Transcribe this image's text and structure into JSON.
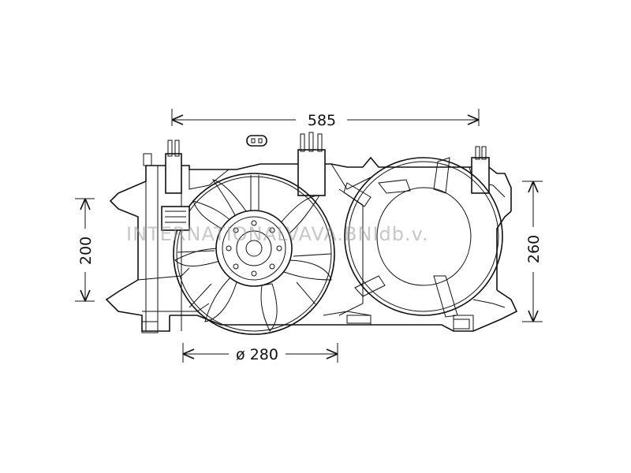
{
  "dimensions": {
    "width_label": "585",
    "left_height_label": "200",
    "right_height_label": "260",
    "fan_diameter_label": "ø 280"
  },
  "watermark": {
    "text": "INTERNATIONALVAVA.BNIdb.v."
  },
  "colors": {
    "line": "#111111",
    "background": "#ffffff",
    "watermark": "#9a9a9a"
  },
  "icons": {
    "connector": "connector-icon"
  }
}
